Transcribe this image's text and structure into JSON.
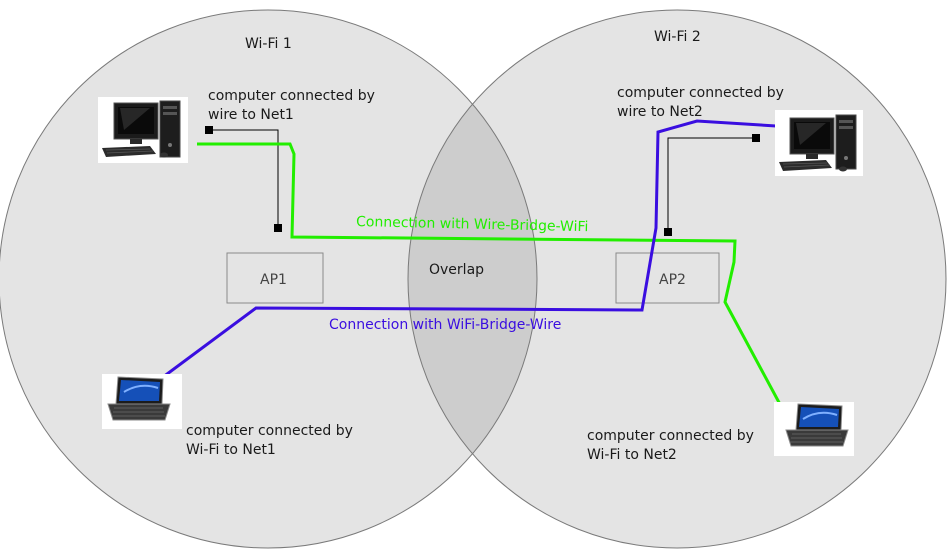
{
  "colors": {
    "circle_fill": "#e4e4e4",
    "overlap_fill": "#cdcdcd",
    "circle_stroke": "#7a7a7a",
    "wire": "#000000",
    "green_link": "#22ee00",
    "blue_link": "#3a0ee0"
  },
  "networks": {
    "wifi1": {
      "label": "Wi-Fi 1"
    },
    "wifi2": {
      "label": "Wi-Fi 2"
    },
    "overlap": {
      "label": "Overlap"
    }
  },
  "access_points": {
    "ap1": {
      "label": "AP1"
    },
    "ap2": {
      "label": "AP2"
    }
  },
  "devices": {
    "desktop1": {
      "caption_line1": "computer connected by",
      "caption_line2": "wire to Net1",
      "icon": "desktop-computer-icon"
    },
    "desktop2": {
      "caption_line1": "computer connected by",
      "caption_line2": "wire to Net2",
      "icon": "desktop-computer-icon"
    },
    "laptop1": {
      "caption_line1": "computer connected by",
      "caption_line2": "Wi-Fi to Net1",
      "icon": "laptop-icon"
    },
    "laptop2": {
      "caption_line1": "computer connected by",
      "caption_line2": "Wi-Fi to Net2",
      "icon": "laptop-icon"
    }
  },
  "connections": {
    "wire_bridge_wifi": {
      "label": "Connection with Wire-Bridge-WiFi",
      "color": "#22ee00"
    },
    "wifi_bridge_wire": {
      "label": "Connection with WiFi-Bridge-Wire",
      "color": "#3a0ee0"
    }
  }
}
